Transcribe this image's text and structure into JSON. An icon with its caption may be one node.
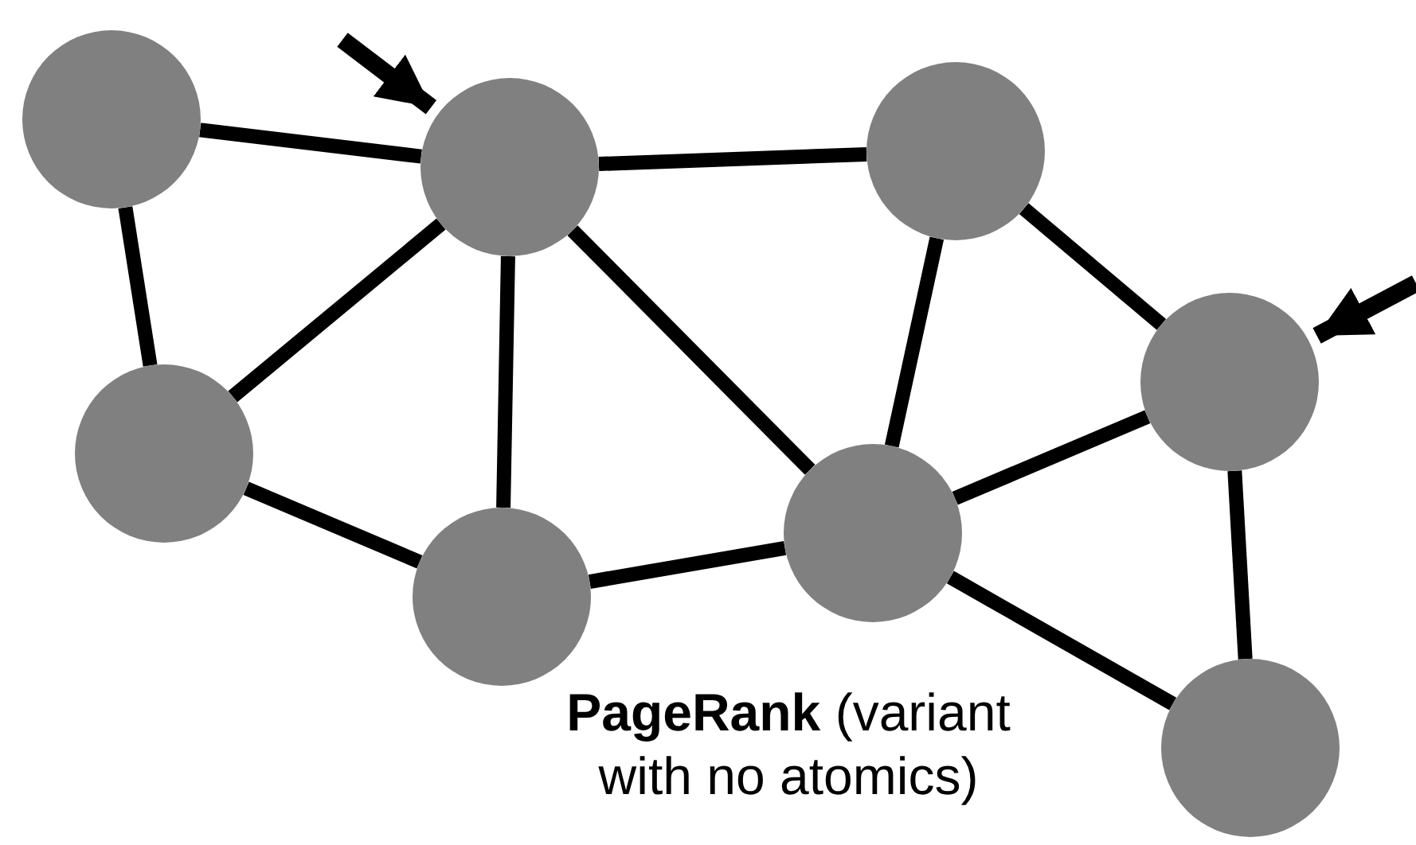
{
  "diagram": {
    "nodes": [
      {
        "text": [],
        "shape": "circle"
      },
      {
        "text": [],
        "shape": "circle"
      },
      {
        "text": [],
        "shape": "circle"
      },
      {
        "text": [],
        "shape": "circle"
      },
      {
        "text": [],
        "shape": "circle"
      },
      {
        "text": [],
        "shape": "circle"
      },
      {
        "text": [],
        "shape": "circle"
      },
      {
        "text": [],
        "shape": "circle"
      }
    ],
    "edges": [
      {
        "from": 0,
        "to": 1,
        "arrow": "none"
      },
      {
        "from": 1,
        "to": 2,
        "arrow": "none"
      },
      {
        "from": 0,
        "to": 4,
        "arrow": "none"
      },
      {
        "from": 1,
        "to": 4,
        "arrow": "none"
      },
      {
        "from": 1,
        "to": 5,
        "arrow": "none"
      },
      {
        "from": 1,
        "to": 6,
        "arrow": "none"
      },
      {
        "from": 2,
        "to": 6,
        "arrow": "none"
      },
      {
        "from": 2,
        "to": 3,
        "arrow": "none"
      },
      {
        "from": 3,
        "to": 6,
        "arrow": "none"
      },
      {
        "from": 4,
        "to": 5,
        "arrow": "none"
      },
      {
        "from": 5,
        "to": 6,
        "arrow": "none"
      },
      {
        "from": 6,
        "to": 7,
        "arrow": "none"
      },
      {
        "from": 3,
        "to": 7,
        "arrow": "none"
      },
      {
        "from": null,
        "to": 1,
        "arrow": "to"
      },
      {
        "from": null,
        "to": 3,
        "arrow": "to"
      }
    ],
    "labels": [
      "**PageRank** (variant with no atomics)"
    ]
  }
}
